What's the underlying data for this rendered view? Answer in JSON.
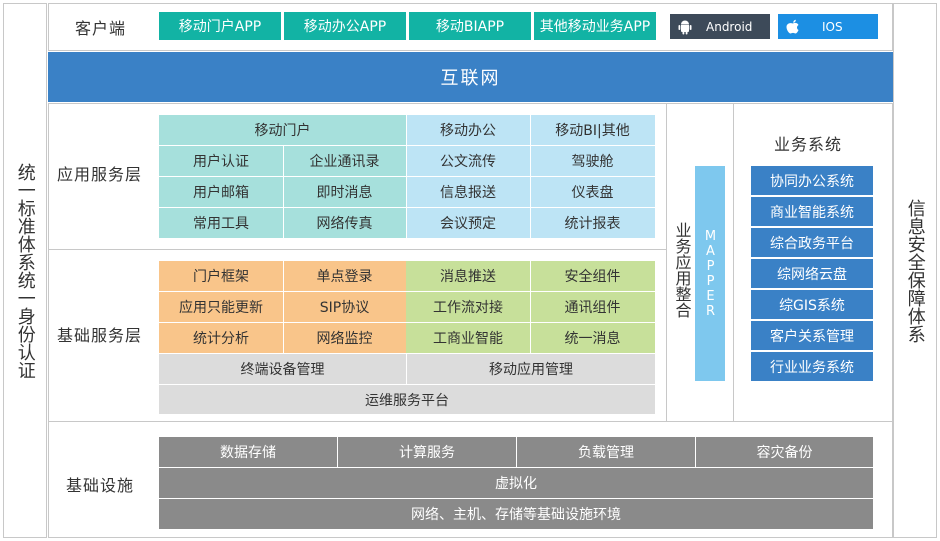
{
  "left_side": "统一标准体系统一身份认证",
  "right_side": "信息安全保障体系",
  "client": {
    "label": "客户端",
    "apps": [
      "移动门户APP",
      "移动办公APP",
      "移动BIAPP",
      "其他移动业务APP"
    ],
    "platforms": [
      {
        "label": "Android",
        "icon": "android-icon"
      },
      {
        "label": "IOS",
        "icon": "apple-icon"
      }
    ]
  },
  "internet": "互联网",
  "app_layer": {
    "label": "应用服务层",
    "headers": [
      "移动门户",
      "移动办公",
      "移动BI|其他"
    ],
    "rows": [
      [
        "用户认证",
        "企业通讯录",
        "公文流传",
        "驾驶舱"
      ],
      [
        "用户邮箱",
        "即时消息",
        "信息报送",
        "仪表盘"
      ],
      [
        "常用工具",
        "网络传真",
        "会议预定",
        "统计报表"
      ]
    ]
  },
  "base_layer": {
    "label": "基础服务层",
    "rows": [
      [
        "门户框架",
        "单点登录",
        "消息推送",
        "安全组件"
      ],
      [
        "应用只能更新",
        "SIP协议",
        "工作流对接",
        "通讯组件"
      ],
      [
        "统计分析",
        "网络监控",
        "工商业智能",
        "统一消息"
      ]
    ],
    "mgmt": [
      "终端设备管理",
      "移动应用管理"
    ],
    "ops": "运维服务平台"
  },
  "integration": {
    "label": "业务应用整合",
    "mapper": "MAPPER"
  },
  "business": {
    "title": "业务系统",
    "items": [
      "协同办公系统",
      "商业智能系统",
      "综合政务平台",
      "综网络云盘",
      "综GIS系统",
      "客户关系管理",
      "行业业务系统"
    ]
  },
  "infra": {
    "label": "基础设施",
    "services": [
      "数据存储",
      "计算服务",
      "负载管理",
      "容灾备份"
    ],
    "virtual": "虚拟化",
    "env": "网络、主机、存储等基础设施环境"
  },
  "colors": {
    "teal": "#12b3a4",
    "internet_blue": "#3a81c6",
    "mapper_blue": "#7ec8ee",
    "business_blue": "#3a81c6"
  }
}
